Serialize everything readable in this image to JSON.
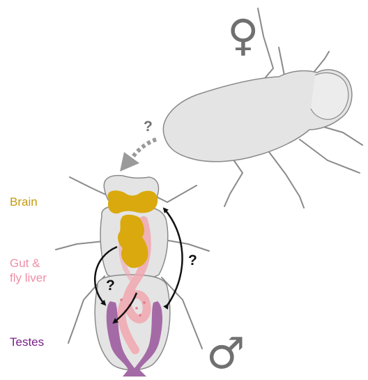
{
  "labels": {
    "brain": "Brain",
    "gut": "Gut &\nfly liver",
    "testes": "Testes"
  },
  "symbols": {
    "female": "♀",
    "male": "♂"
  },
  "question_marks": {
    "female_signal": "?",
    "brain_testes_loop": "?",
    "gut_testes": "?"
  },
  "colors": {
    "fly_body": "#e4e4e4",
    "fly_outline": "#8a8a8a",
    "brain": "#d9a90d",
    "brain_label": "#c59a0c",
    "gut": "#f1a7b0",
    "gut_label": "#ee8fa6",
    "testes": "#a46aa6",
    "testes_label": "#7a1f8a",
    "arrow_black": "#111111",
    "arrow_grey": "#9a9a9a",
    "symbol_grey": "#707070"
  }
}
